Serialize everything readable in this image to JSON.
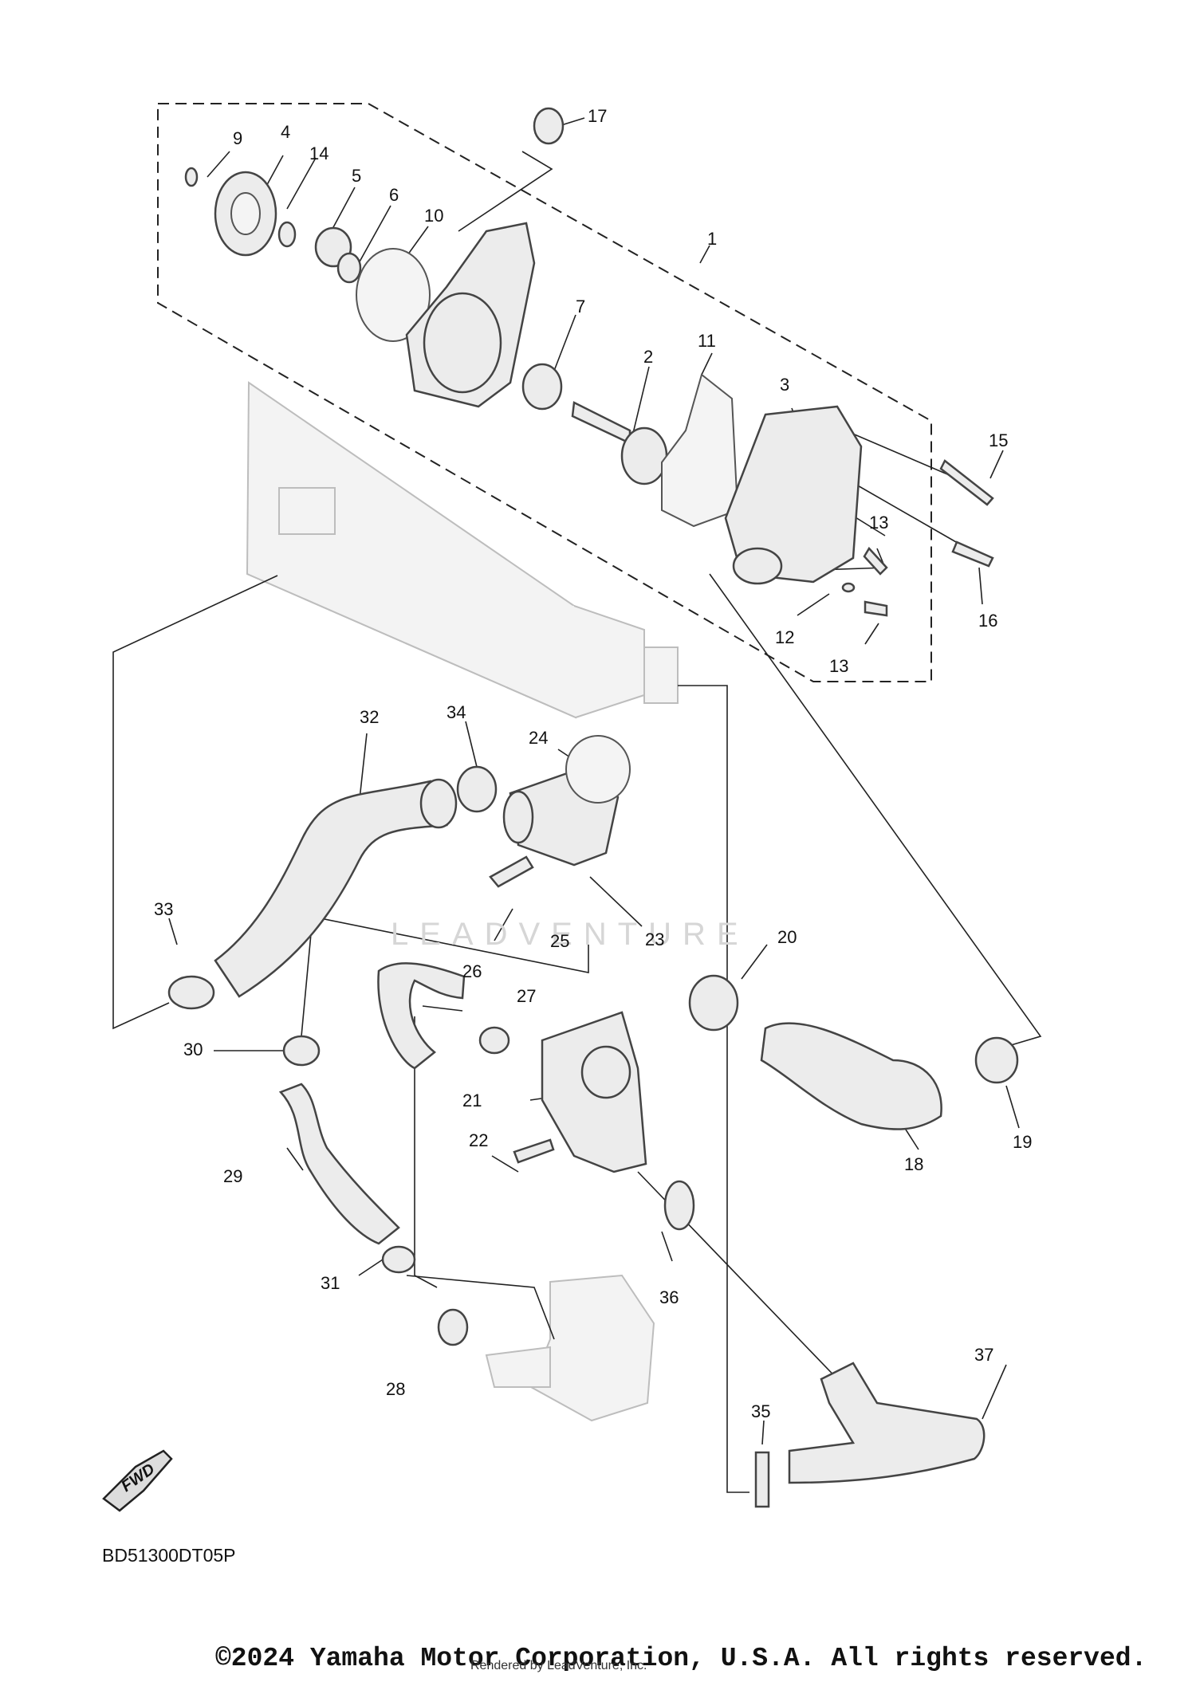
{
  "diagram": {
    "code": "BD51300DT05P",
    "copyright": "©2024 Yamaha Motor Corporation, U.S.A. All rights reserved.",
    "rendered_by": "Rendered by LeadVenture, Inc.",
    "watermark": "LEADVENTURE",
    "direction_badge": "FWD",
    "callouts": [
      "1",
      "2",
      "3",
      "4",
      "5",
      "6",
      "7",
      "9",
      "10",
      "11",
      "12",
      "13",
      "13",
      "14",
      "15",
      "16",
      "17",
      "18",
      "19",
      "20",
      "21",
      "22",
      "23",
      "24",
      "25",
      "26",
      "27",
      "28",
      "29",
      "30",
      "31",
      "32",
      "33",
      "34",
      "35",
      "36",
      "37"
    ]
  }
}
